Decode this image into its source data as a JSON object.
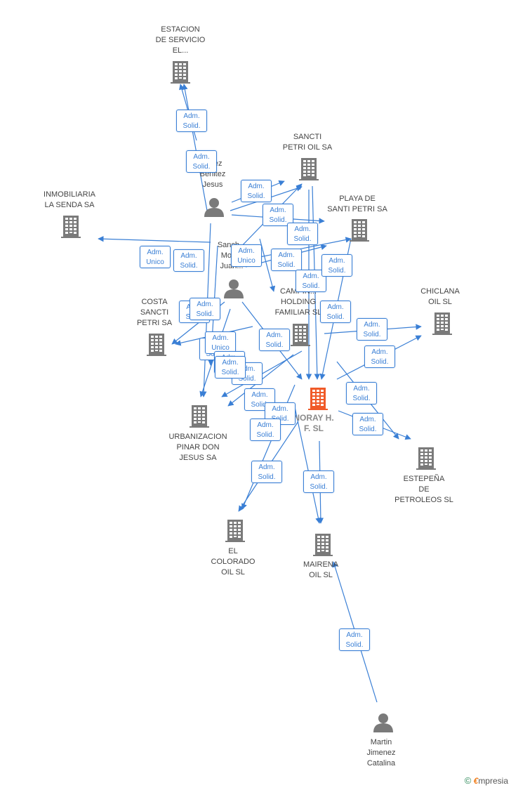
{
  "colors": {
    "edge": "#3a7fd5",
    "company": "#7a7a7a",
    "center": "#f05a28",
    "person": "#7a7a7a"
  },
  "nodes": [
    {
      "id": "estacion",
      "type": "company",
      "label": "ESTACION\nDE SERVICIO\nEL..."
    },
    {
      "id": "sancti",
      "type": "company",
      "label": "SANCTI\nPETRI OIL SA"
    },
    {
      "id": "playa",
      "type": "company",
      "label": "PLAYA DE\nSANTI PETRI SA"
    },
    {
      "id": "inmobiliaria",
      "type": "company",
      "label": "INMOBILIARIA\nLA SENDA SA"
    },
    {
      "id": "chiclana",
      "type": "company",
      "label": "CHICLANA\nOIL  SL"
    },
    {
      "id": "costa",
      "type": "company",
      "label": "COSTA\nSANCTI\nPETRI SA"
    },
    {
      "id": "camp",
      "type": "company",
      "label": "CAMPIN...\nHOLDING\nFAMILIAR  SL"
    },
    {
      "id": "noray",
      "type": "center",
      "label": "NORAY H.\nF.  SL"
    },
    {
      "id": "urbanizacion",
      "type": "company",
      "label": "URBANIZACION\nPINAR DON\nJESUS SA"
    },
    {
      "id": "estepena",
      "type": "company",
      "label": "ESTEPEÑA\nDE\nPETROLEOS  SL"
    },
    {
      "id": "elcolorado",
      "type": "company",
      "label": "EL\nCOLORADO\nOIL  SL"
    },
    {
      "id": "mairena",
      "type": "company",
      "label": "MAIRENA\nOIL SL"
    },
    {
      "id": "p1",
      "type": "person",
      "label": "...nez\nBenitez\nJesus"
    },
    {
      "id": "p2",
      "type": "person",
      "label": "Sanch...\nMon...\nJuan..."
    },
    {
      "id": "martin",
      "type": "person",
      "label": "Martin\nJimenez\nCatalina"
    }
  ],
  "edge_labels": [
    "Adm.\nSolid.",
    "Adm.\nSolid.",
    "Adm.\nSolid.",
    "Adm.\nSolid.",
    "Adm.\nSolid.",
    "Adm.\nUnico",
    "Adm.\nSolid.",
    "Adm.\nUnico",
    "Adm.\nSolid.",
    "Adm.\nSolid.",
    "Adm.\nSolid.",
    "Adm.\nSolid.",
    "Adm.\nSolid.",
    "Adm.\nSolid.",
    "Adm.\nSolid.",
    "Adm.\nUnico",
    "Adm.\nSolid.",
    "Adm.\nSolid.",
    "Adm.\nSolid.",
    "Adm.\nSolid.",
    "Adm.\nSolid.",
    "Adm.\nSolid.",
    "Adm.\nSolid.",
    "Adm.\nSolid.",
    "Adm.\nSolid.",
    "Adm.\nSolid.",
    "Adm.\nSolid.",
    "Adm.\nSolid.",
    "Adm.\nSolid.",
    "Adm.\nSolid."
  ],
  "footer": {
    "copyright": "©",
    "brand_initial": "€",
    "brand_rest": "mpresia"
  }
}
